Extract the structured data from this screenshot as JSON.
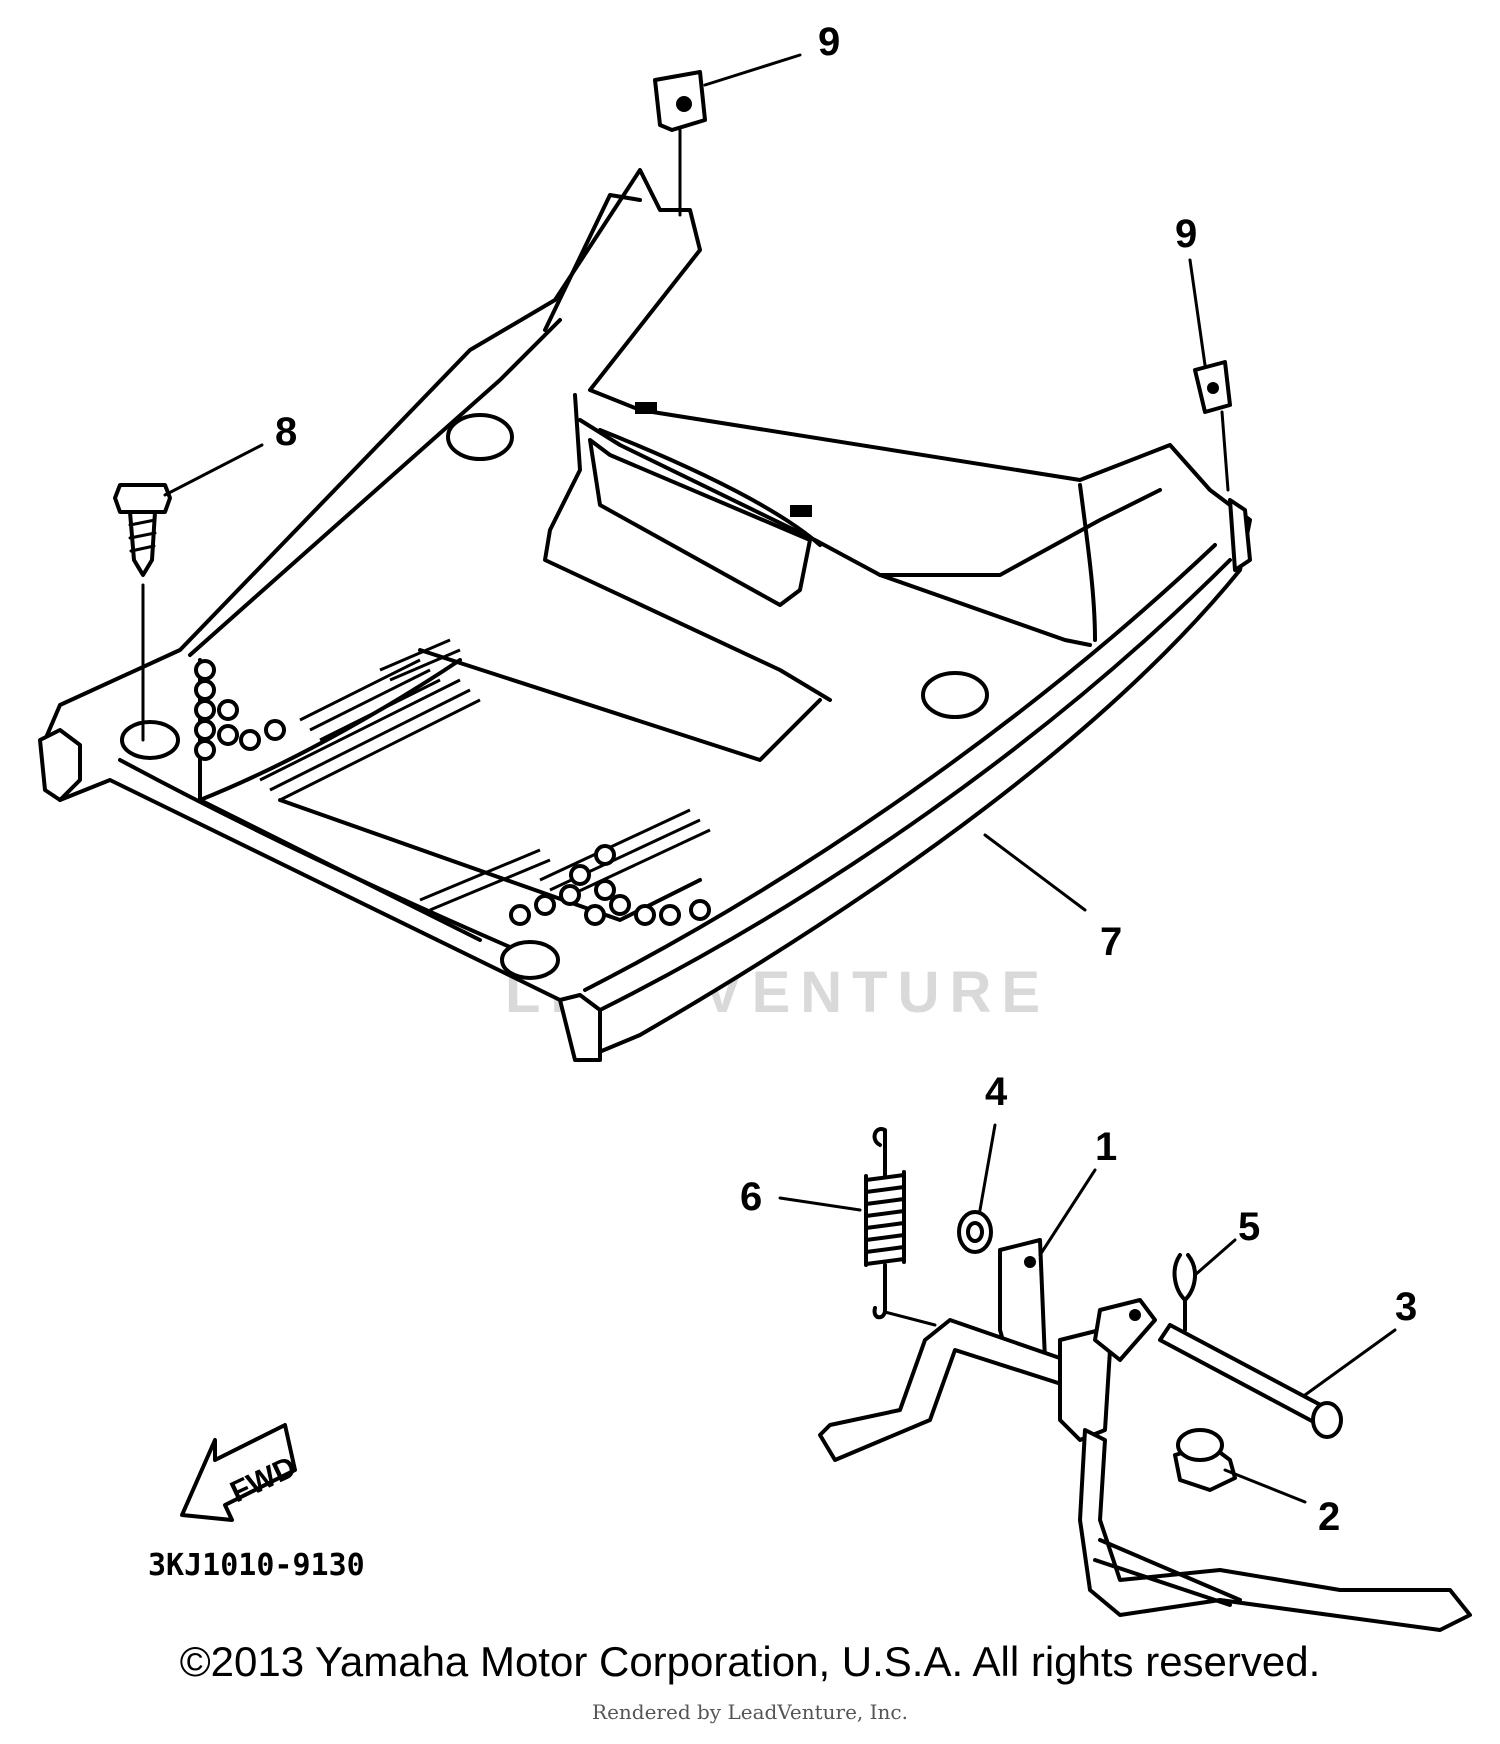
{
  "callouts": {
    "c1": "1",
    "c2": "2",
    "c3": "3",
    "c4": "4",
    "c5": "5",
    "c6": "6",
    "c7": "7",
    "c8": "8",
    "c9a": "9",
    "c9b": "9"
  },
  "fwd_label": "FWD",
  "part_code": "3KJ1010-9130",
  "watermark": "LEADVENTURE",
  "copyright": "©2013 Yamaha Motor Corporation, U.S.A. All rights reserved.",
  "rendered_by": "Rendered by LeadVenture, Inc."
}
